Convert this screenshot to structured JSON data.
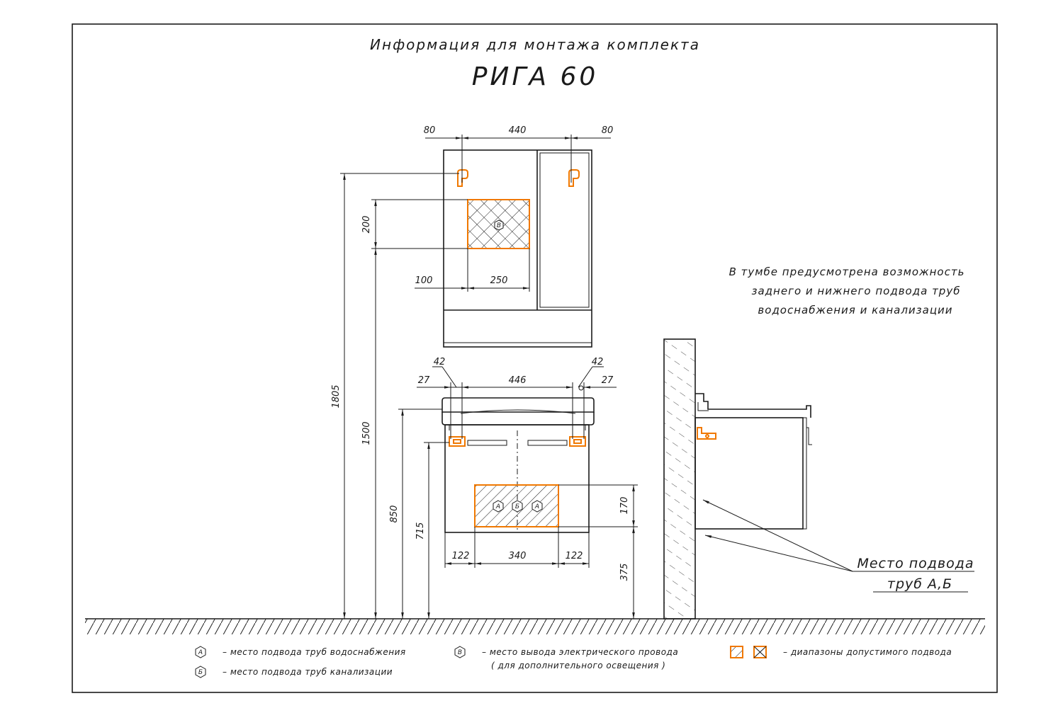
{
  "title": "Информация для монтажа комплекта",
  "model": "РИГА 60",
  "dimensions": {
    "mirror_left_offset": "80",
    "mirror_span": "440",
    "mirror_right_offset": "80",
    "mirror_height_top": "1805",
    "electric_zone_height": "200",
    "electric_zone_bottom": "1500",
    "electric_left_offset": "100",
    "electric_zone_width": "250",
    "cabinet_top_left": "42",
    "cabinet_top_right": "42",
    "cabinet_left_offset": "27",
    "cabinet_span": "446",
    "cabinet_right_offset": "27",
    "cabinet_height": "850",
    "supply_height": "715",
    "pipe_zone_height": "170",
    "pipe_zone_bottom": "375",
    "pipe_left_offset": "122",
    "pipe_zone_width": "340",
    "pipe_right_offset": "122"
  },
  "markers": {
    "A": "А",
    "B": "Б",
    "V": "В"
  },
  "note": [
    "В тумбе предусмотрена возможность",
    "заднего и нижнего подвода труб",
    "водоснабжения и канализации"
  ],
  "callout": [
    "Место подвода",
    "труб А,Б"
  ],
  "legend": {
    "a_text": "– место подвода труб водоснабжения",
    "b_text": "– место подвода труб канализации",
    "v_text": "– место вывода электрического провода",
    "v_sub": "( для дополнительного освещения )",
    "range_text": "– диапазоны допустимого подвода"
  },
  "colors": {
    "accent": "#f07800",
    "line": "#1a1a1a"
  }
}
